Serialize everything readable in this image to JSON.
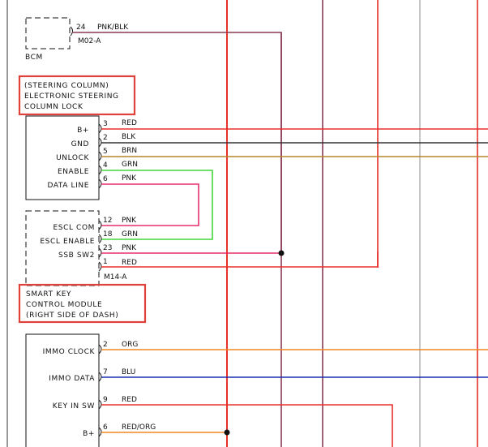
{
  "colors": {
    "red": "#e8302b",
    "pink_red": "#e82f6a",
    "black": "#333333",
    "brown": "#b8862a",
    "green": "#44d63a",
    "orange": "#f08a24",
    "blue": "#1c2eb0",
    "purple_bus": "#8a3a52",
    "gray_bus": "#c8c8c8",
    "highlight": "#e0413a"
  },
  "bcm": {
    "name": "BCM",
    "connector": "M02-A",
    "pin": "24",
    "wire": "PNK/BLK"
  },
  "escl": {
    "title_lines": [
      "(STEERING COLUMN)",
      "ELECTRONIC STEERING",
      "COLUMN LOCK"
    ],
    "pins": [
      {
        "label": "B+",
        "pin": "3",
        "wire": "RED"
      },
      {
        "label": "GND",
        "pin": "2",
        "wire": "BLK"
      },
      {
        "label": "UNLOCK",
        "pin": "5",
        "wire": "BRN"
      },
      {
        "label": "ENABLE",
        "pin": "4",
        "wire": "GRN"
      },
      {
        "label": "DATA LINE",
        "pin": "6",
        "wire": "PNK"
      }
    ]
  },
  "skcm": {
    "title_lines": [
      "SMART KEY",
      "CONTROL MODULE",
      "(RIGHT SIDE OF DASH)"
    ],
    "connector": "M14-A",
    "pins": [
      {
        "label": "ESCL COM",
        "pin": "12",
        "wire": "PNK"
      },
      {
        "label": "ESCL ENABLE",
        "pin": "18",
        "wire": "GRN"
      },
      {
        "label": "SSB SW2",
        "pin": "23",
        "wire": "PNK"
      },
      {
        "label": "",
        "pin": "1",
        "wire": "RED"
      }
    ]
  },
  "immo": {
    "pins": [
      {
        "label": "IMMO CLOCK",
        "pin": "2",
        "wire": "ORG"
      },
      {
        "label": "IMMO DATA",
        "pin": "7",
        "wire": "BLU"
      },
      {
        "label": "KEY IN SW",
        "pin": "9",
        "wire": "RED"
      },
      {
        "label": "B+",
        "pin": "6",
        "wire": "RED/ORG"
      }
    ]
  }
}
